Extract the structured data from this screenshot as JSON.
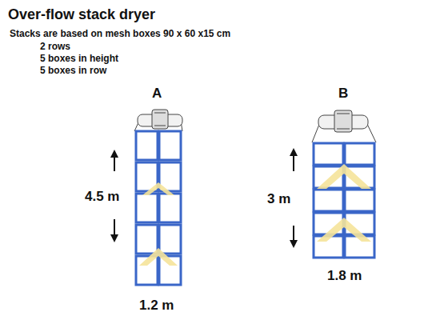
{
  "diagram": {
    "title": "Over-flow stack dryer",
    "labels": [
      "Stacks are based on mesh boxes 90 x 60 x15 cm",
      "2 rows",
      "5 boxes in height",
      "5 boxes in row",
      "A",
      "4.5 m",
      "1.2 m",
      "B",
      "3 m",
      "1.8 m"
    ]
  }
}
